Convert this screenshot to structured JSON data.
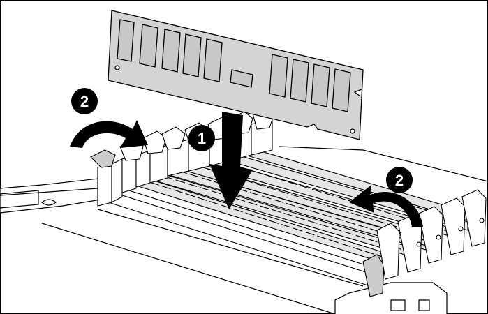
{
  "figure": {
    "description_free": true,
    "callouts": [
      {
        "id": "step-1",
        "label": "1",
        "arrow": "insert-down"
      },
      {
        "id": "step-2-left",
        "label": "2",
        "arrow": "latch-close-left"
      },
      {
        "id": "step-2-right",
        "label": "2",
        "arrow": "latch-close-right"
      }
    ],
    "colors": {
      "line": "#000000",
      "module_fill": "#d4d4d4",
      "chip_fill": "#c8c8c8",
      "callout_fill": "#000000",
      "callout_text": "#ffffff",
      "arrow_fill": "#000000"
    }
  }
}
